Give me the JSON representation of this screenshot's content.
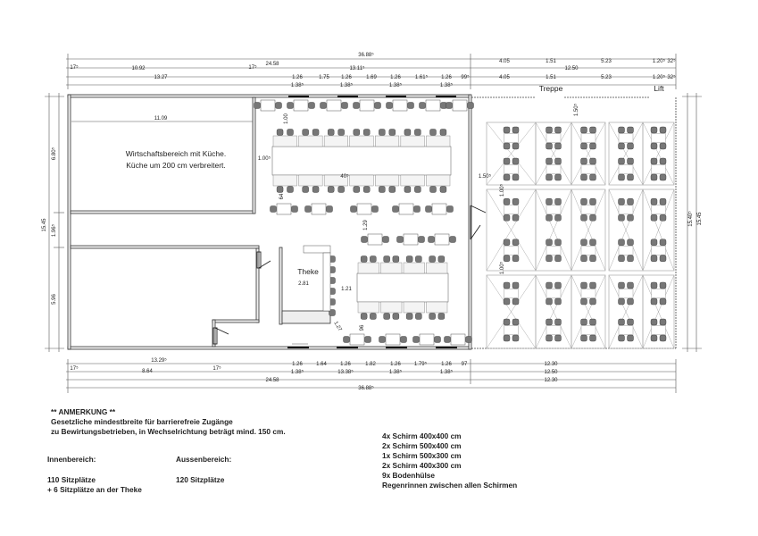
{
  "plan": {
    "rooms": {
      "kitchen_line1": "Wirtschaftsbereich mit Küche.",
      "kitchen_line2": "Küche um 200 cm verbreitert.",
      "bar": "Theke",
      "stairs": "Treppe",
      "lift": "Lift"
    },
    "dimensions": {
      "top": [
        "36.88⁵",
        "24.58",
        "4.05",
        "1.51",
        "12.50",
        "5.23",
        "1.20⁵",
        "32⁵",
        "17⁵",
        "10.92",
        "17⁵",
        "13.11⁵",
        "13.27",
        "1.26",
        "1.75",
        "1.26",
        "1.69",
        "1.26",
        "1.61⁵",
        "1.26",
        "99⁵",
        "1.38⁵",
        "1.38⁵",
        "1.38⁵",
        "1.38⁵",
        "4.05",
        "1.51",
        "5.23",
        "1.20⁵",
        "32⁵"
      ],
      "bottom": [
        "13.29⁵",
        "17⁵",
        "8.64",
        "17⁵",
        "1.26",
        "1.64",
        "1.26",
        "1.82",
        "1.26",
        "1.79⁵",
        "1.26",
        "97",
        "1.38⁵",
        "13.38⁵",
        "1.38⁵",
        "1.38⁵",
        "12.30",
        "12.50",
        "24.58",
        "12.30",
        "36.88⁵"
      ],
      "left": [
        "6.80⁵",
        "15.45",
        "1.96⁵",
        "5.96"
      ],
      "right": [
        "15.40⁵",
        "15.45"
      ],
      "interior": [
        "11.09",
        "1.00",
        "1.00⁵",
        "40⁵",
        "64",
        "1.29",
        "2.81",
        "1.21",
        "1.27",
        "96",
        "1.50⁵",
        "1.50⁵",
        "1.00⁵",
        "1.00⁵"
      ]
    }
  },
  "notes": {
    "heading": "** ANMERKUNG **",
    "line1": "Gesetzliche mindestbreite für barrierefreie Zugänge",
    "line2": "zu Bewirtungsbetrieben, in Wechselrichtung beträgt mind. 150 cm.",
    "indoor_label": "Innenbereich:",
    "indoor_seats": "110 Sitzplätze",
    "indoor_bar_seats": "+ 6 Sitzplätze an der Theke",
    "outdoor_label": "Aussenbereich:",
    "outdoor_seats": "120 Sitzplätze",
    "equipment": [
      "4x Schirm 400x400 cm",
      "2x Schirm 500x400 cm",
      "1x Schirm 500x300 cm",
      "2x Schirm 400x300 cm",
      "9x Bodenhülse",
      "Regenrinnen zwischen allen Schirmen"
    ]
  },
  "colors": {
    "line": "#333333",
    "wall_fill": "#e6e6e6",
    "furniture": "#777777",
    "umbrella": "#aaaaaa"
  }
}
